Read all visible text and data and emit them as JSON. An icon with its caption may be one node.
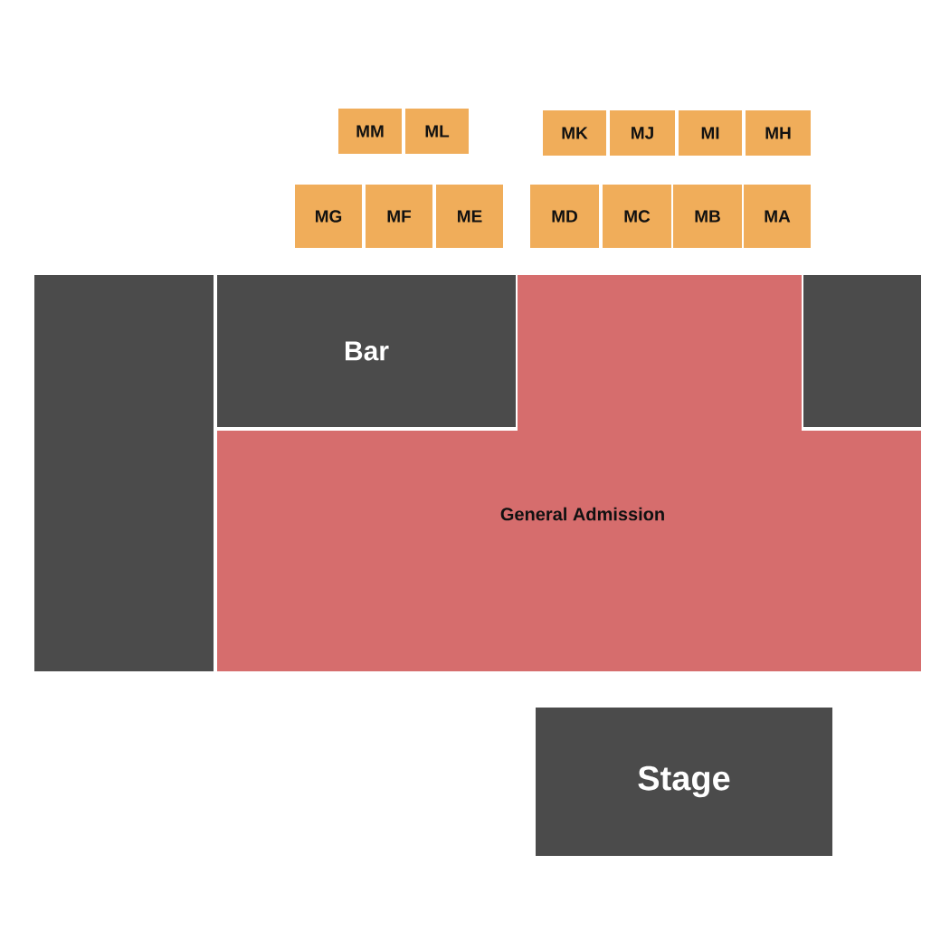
{
  "diagram": {
    "nodes": [
      {
        "text": [
          "MM"
        ]
      },
      {
        "text": [
          "ML"
        ]
      },
      {
        "text": [
          "MK"
        ]
      },
      {
        "text": [
          "MJ"
        ]
      },
      {
        "text": [
          "MI"
        ]
      },
      {
        "text": [
          "MH"
        ]
      },
      {
        "text": [
          "MG"
        ]
      },
      {
        "text": [
          "MF"
        ]
      },
      {
        "text": [
          "ME"
        ]
      },
      {
        "text": [
          "MD"
        ]
      },
      {
        "text": [
          "MC"
        ]
      },
      {
        "text": [
          "MB"
        ]
      },
      {
        "text": [
          "MA"
        ]
      },
      {
        "text": [],
        "shape": "box"
      },
      {
        "text": [
          "Bar"
        ]
      },
      {
        "text": [
          "General Admission"
        ]
      },
      {
        "text": [],
        "shape": "box"
      },
      {
        "text": [
          "Stage"
        ]
      }
    ]
  }
}
